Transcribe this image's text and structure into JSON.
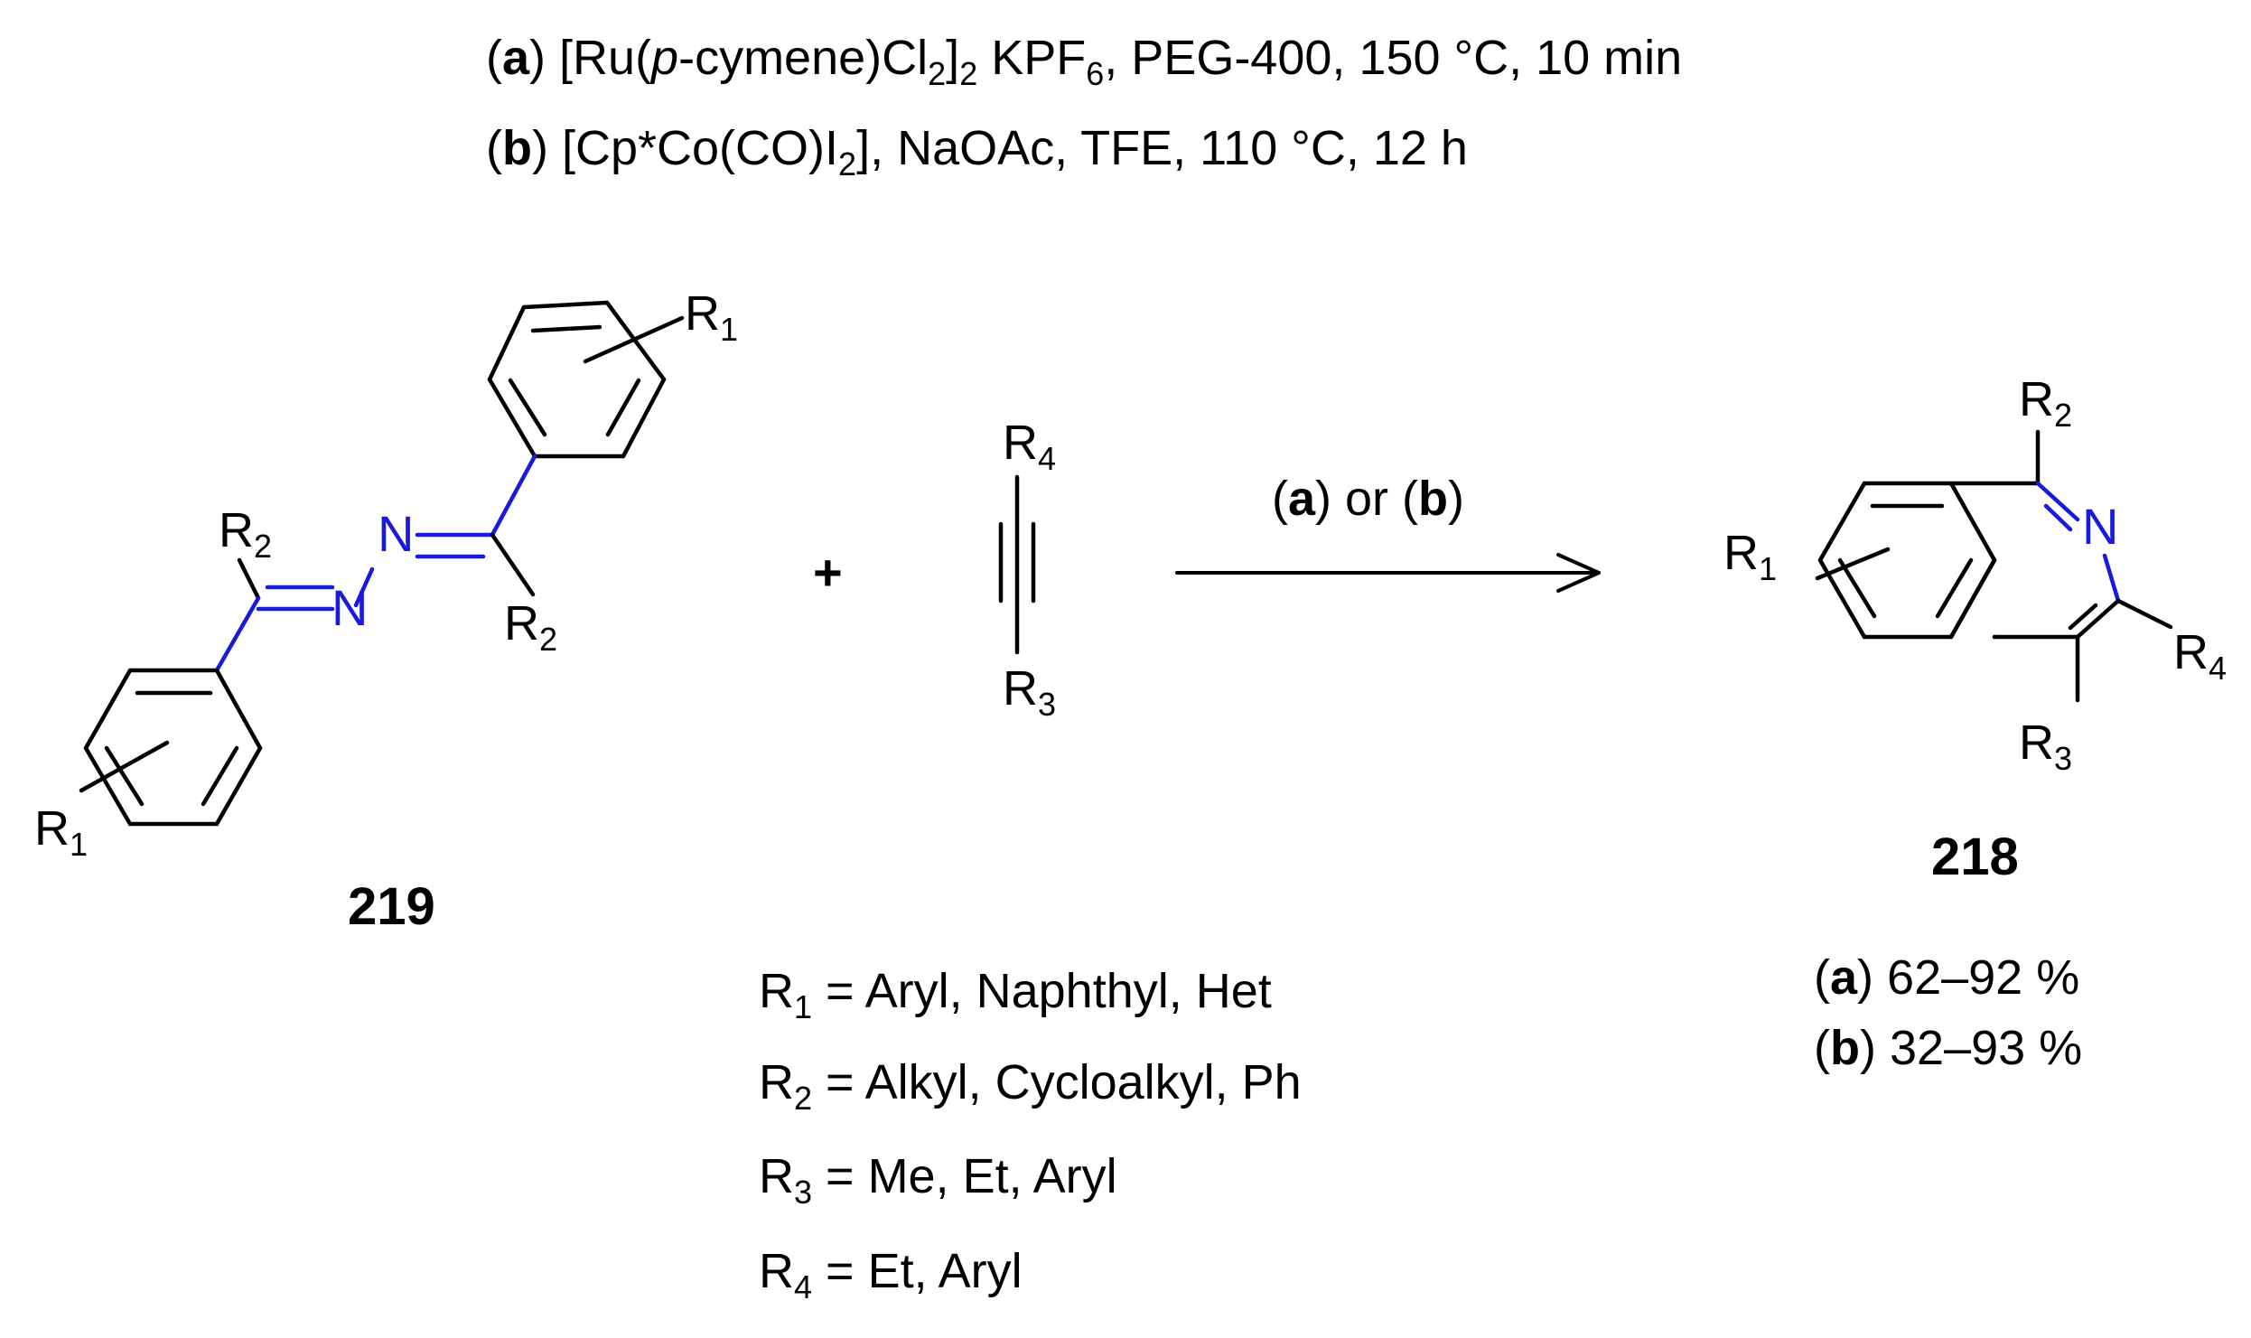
{
  "conditions": {
    "a": {
      "label": "a",
      "p1": "[Ru(",
      "p_italic": "p",
      "p2": "-cymene)Cl",
      "sub_2a": "2",
      "p3": "]",
      "sub_2b": "2",
      "p4": " KPF",
      "sub_6": "6",
      "p5": ", PEG-400, 150 °C, 10 min"
    },
    "b": {
      "label": "b",
      "p1": "[Cp*Co(CO)I",
      "sub_2": "2",
      "p2": "], NaOAc, TFE, 110 °C, 12 h"
    }
  },
  "reactant_219": {
    "compound_number": "219",
    "r1_top": "R",
    "r1_top_sub": "1",
    "r1_bottom": "R",
    "r1_bottom_sub": "1",
    "r2_left": "R",
    "r2_left_sub": "2",
    "r2_right": "R",
    "r2_right_sub": "2",
    "n_left": "N",
    "n_right": "N"
  },
  "plus": "+",
  "alkyne": {
    "r4": "R",
    "r4_sub": "4",
    "r3": "R",
    "r3_sub": "3"
  },
  "arrow_label": {
    "a": "a",
    "or": " or ",
    "b": "b"
  },
  "product_218": {
    "compound_number": "218",
    "r1": "R",
    "r1_sub": "1",
    "r2": "R",
    "r2_sub": "2",
    "r3": "R",
    "r3_sub": "3",
    "r4": "R",
    "r4_sub": "4",
    "n": "N"
  },
  "yields": {
    "a": {
      "label": "a",
      "value": "62–92 %"
    },
    "b": {
      "label": "b",
      "value": "32–93 %"
    }
  },
  "substituents": [
    {
      "r": "R",
      "sub": "1",
      "text": " = Aryl, Naphthyl, Het"
    },
    {
      "r": "R",
      "sub": "2",
      "text": " = Alkyl, Cycloalkyl, Ph"
    },
    {
      "r": "R",
      "sub": "3",
      "text": " = Me, Et, Aryl"
    },
    {
      "r": "R",
      "sub": "4",
      "text": " = Et, Aryl"
    }
  ],
  "colors": {
    "highlight": "#1a1adb",
    "ink": "#000000"
  }
}
